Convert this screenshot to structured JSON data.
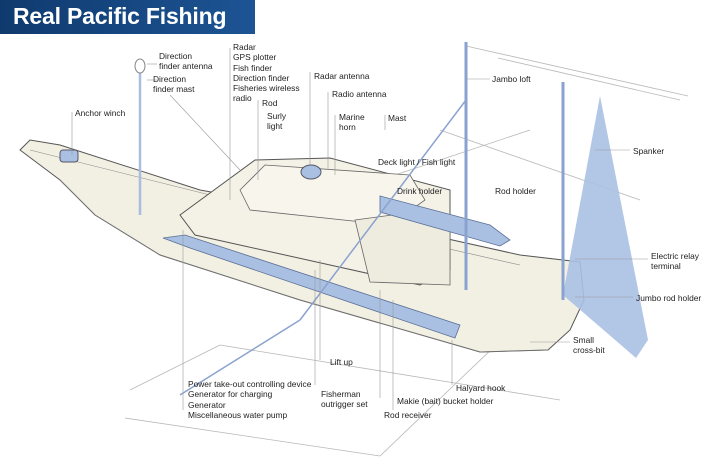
{
  "title": "Real Pacific Fishing",
  "colors": {
    "title_bg": "#1d5494",
    "hull_fill": "#f2efe3",
    "accent_blue": "#aac0e3",
    "outline": "#555555"
  },
  "labels": {
    "direction_finder_antenna": "Direction\nfinder antenna",
    "direction_finder_mast": "Direction\nfinder mast",
    "anchor_winch": "Anchor winch",
    "electronics": "Radar\nGPS plotter\nFish finder\nDirection finder\nFisheries wireless\nradio",
    "rod": "Rod",
    "surly_light": "Surly\nlight",
    "radar_antenna": "Radar antenna",
    "radio_antenna": "Radio antenna",
    "marine_horn": "Marine\nhorn",
    "mast": "Mast",
    "deck_light": "Deck light / Fish light",
    "jumbo_loft": "Jambo loft",
    "drink_holder": "Drink holder",
    "rod_holder": "Rod holder",
    "spanker": "Spanker",
    "electric_relay_terminal": "Electric relay\nterminal",
    "jumbo_rod_holder": "Jumbo rod holder",
    "small_cross_bit": "Small\ncross-bit",
    "lift_up": "Lift up",
    "power_group": "Power take-out controlling device\nGenerator for charging\nGenerator\nMiscellaneous water pump",
    "fisherman_outrigger": "Fisherman\noutrigger set",
    "halyard_hook": "Halyard hook",
    "bait_bucket_holder": "Makie (bait) bucket holder",
    "rod_receiver": "Rod receiver"
  }
}
